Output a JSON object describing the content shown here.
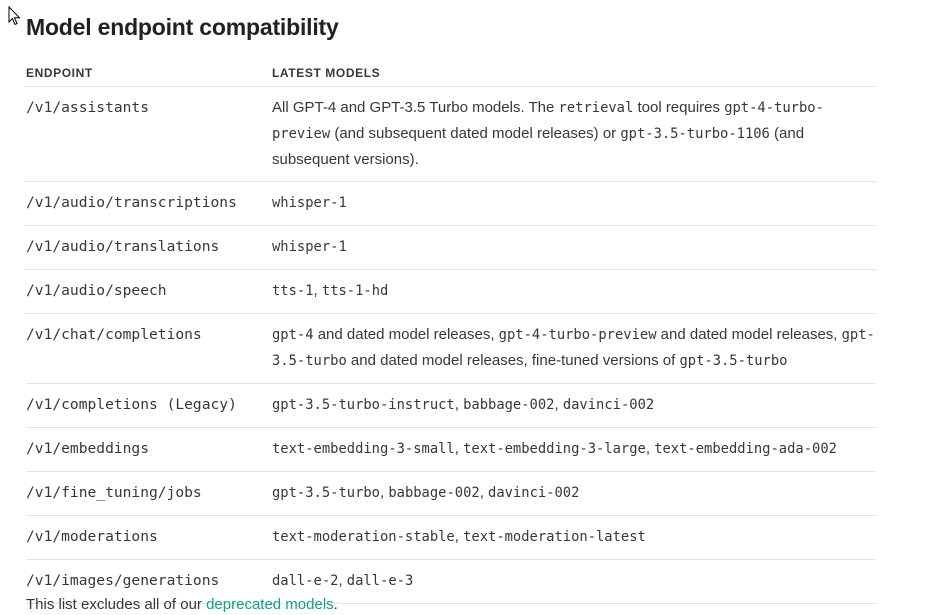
{
  "title": "Model endpoint compatibility",
  "headers": {
    "endpoint": "ENDPOINT",
    "models": "LATEST MODELS"
  },
  "rows": [
    {
      "endpoint": "/v1/assistants",
      "models": [
        {
          "t": "All GPT-4 and GPT-3.5 Turbo models. The ",
          "c": false
        },
        {
          "t": "retrieval",
          "c": true
        },
        {
          "t": " tool requires ",
          "c": false
        },
        {
          "t": "gpt-4-turbo-preview",
          "c": true
        },
        {
          "t": " (and subsequent dated model releases) or ",
          "c": false
        },
        {
          "t": "gpt-3.5-turbo-1106",
          "c": true
        },
        {
          "t": " (and subsequent versions).",
          "c": false
        }
      ]
    },
    {
      "endpoint": "/v1/audio/transcriptions",
      "models": [
        {
          "t": "whisper-1",
          "c": true
        }
      ]
    },
    {
      "endpoint": "/v1/audio/translations",
      "models": [
        {
          "t": "whisper-1",
          "c": true
        }
      ]
    },
    {
      "endpoint": "/v1/audio/speech",
      "models": [
        {
          "t": "tts-1",
          "c": true
        },
        {
          "t": ", ",
          "c": false
        },
        {
          "t": "tts-1-hd",
          "c": true
        }
      ]
    },
    {
      "endpoint": "/v1/chat/completions",
      "models": [
        {
          "t": "gpt-4",
          "c": true
        },
        {
          "t": " and dated model releases, ",
          "c": false
        },
        {
          "t": "gpt-4-turbo-preview",
          "c": true
        },
        {
          "t": " and dated model releases, ",
          "c": false
        },
        {
          "t": "gpt-3.5-turbo",
          "c": true
        },
        {
          "t": " and dated model releases, fine-tuned versions of ",
          "c": false
        },
        {
          "t": "gpt-3.5-turbo",
          "c": true
        }
      ]
    },
    {
      "endpoint": "/v1/completions (Legacy)",
      "models": [
        {
          "t": "gpt-3.5-turbo-instruct",
          "c": true
        },
        {
          "t": ", ",
          "c": false
        },
        {
          "t": "babbage-002",
          "c": true
        },
        {
          "t": ", ",
          "c": false
        },
        {
          "t": "davinci-002",
          "c": true
        }
      ]
    },
    {
      "endpoint": "/v1/embeddings",
      "models": [
        {
          "t": "text-embedding-3-small",
          "c": true
        },
        {
          "t": ", ",
          "c": false
        },
        {
          "t": "text-embedding-3-large",
          "c": true
        },
        {
          "t": ", ",
          "c": false
        },
        {
          "t": "text-embedding-ada-002",
          "c": true
        }
      ]
    },
    {
      "endpoint": "/v1/fine_tuning/jobs",
      "models": [
        {
          "t": "gpt-3.5-turbo",
          "c": true
        },
        {
          "t": ", ",
          "c": false
        },
        {
          "t": "babbage-002",
          "c": true
        },
        {
          "t": ", ",
          "c": false
        },
        {
          "t": "davinci-002",
          "c": true
        }
      ]
    },
    {
      "endpoint": "/v1/moderations",
      "models": [
        {
          "t": "text-moderation-stable",
          "c": true
        },
        {
          "t": ", ",
          "c": false
        },
        {
          "t": "text-moderation-latest",
          "c": true
        }
      ]
    },
    {
      "endpoint": "/v1/images/generations",
      "models": [
        {
          "t": "dall-e-2",
          "c": true
        },
        {
          "t": ", ",
          "c": false
        },
        {
          "t": "dall-e-3",
          "c": true
        }
      ]
    }
  ],
  "footer": {
    "prefix": "This list excludes all of our ",
    "link": "deprecated models",
    "suffix": "."
  },
  "colors": {
    "link": "#10a37f",
    "text": "#353740",
    "border": "#e5e5e5"
  },
  "icons": {
    "cursor": "mouse-pointer-icon"
  }
}
